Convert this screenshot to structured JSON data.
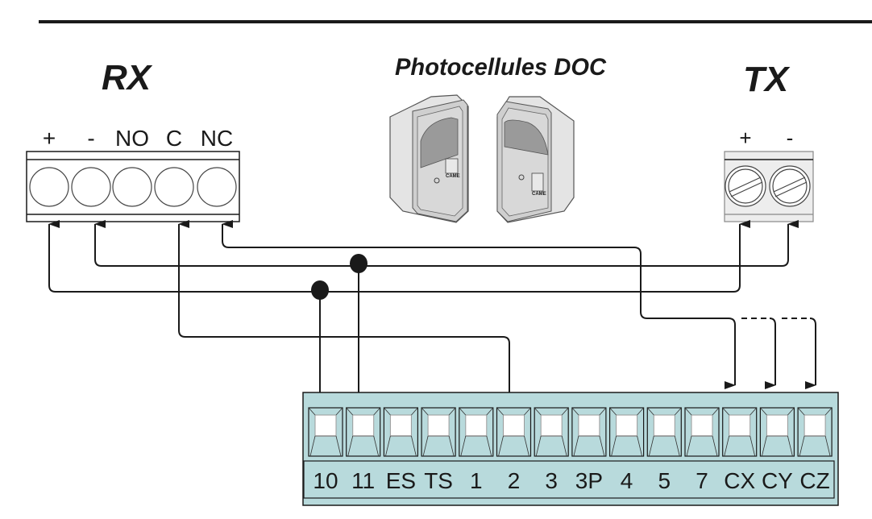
{
  "titles": {
    "rx": "RX",
    "tx": "TX",
    "device": "Photocellules DOC"
  },
  "rx_block": {
    "terminals": [
      "+",
      "-",
      "NO",
      "C",
      "NC"
    ]
  },
  "tx_block": {
    "terminals": [
      "+",
      "-"
    ]
  },
  "board_block": {
    "terminals": [
      "10",
      "11",
      "ES",
      "TS",
      "1",
      "2",
      "3",
      "3P",
      "4",
      "5",
      "7",
      "CX",
      "CY",
      "CZ"
    ]
  },
  "device_logo": "CAME",
  "connections": [
    {
      "from": "RX +",
      "to": [
        "TX +",
        "10"
      ]
    },
    {
      "from": "RX -",
      "to": [
        "TX -",
        "11"
      ]
    },
    {
      "from": "RX C",
      "to": [
        "2"
      ]
    },
    {
      "from": "RX NC",
      "to": [
        "CX",
        "CY",
        "CZ"
      ]
    }
  ],
  "colors": {
    "board": "#b8dadc",
    "ink": "#1a1a1a",
    "device_body": "#e4e4e4",
    "device_lens": "#9a9a9a"
  }
}
